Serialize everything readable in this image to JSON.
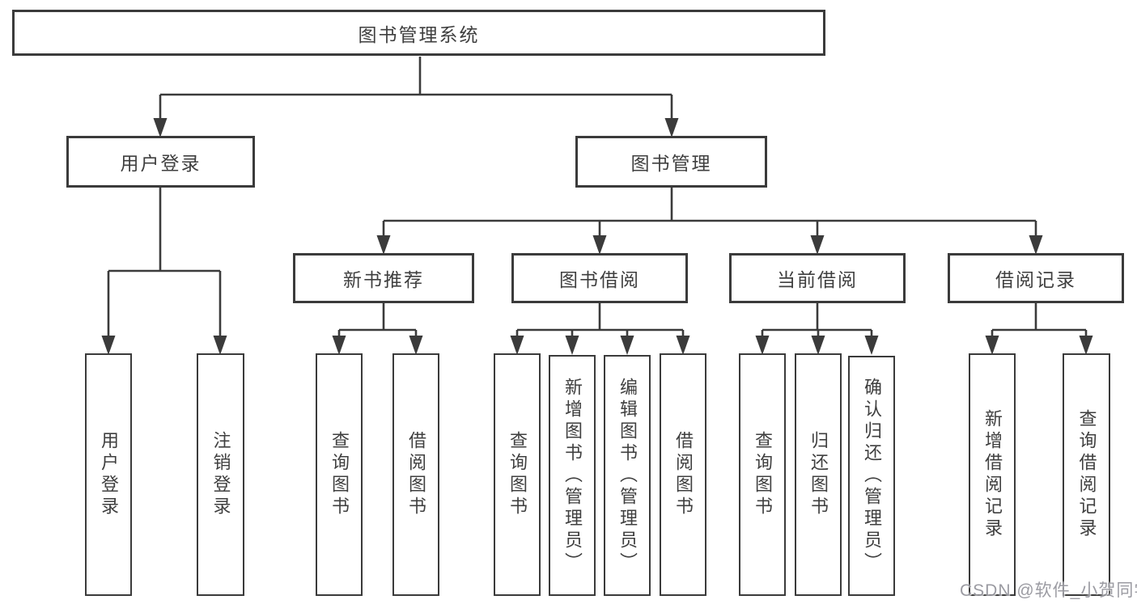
{
  "tree": {
    "root": "图书管理系统",
    "branches": [
      {
        "label": "用户登录",
        "leaves": [
          "用户登录",
          "注销登录"
        ]
      },
      {
        "label": "图书管理",
        "sections": [
          {
            "label": "新书推荐",
            "leaves": [
              "查询图书",
              "借阅图书"
            ]
          },
          {
            "label": "图书借阅",
            "leaves": [
              "查询图书",
              "新增图书（管理员）",
              "编辑图书（管理员）",
              "借阅图书"
            ]
          },
          {
            "label": "当前借阅",
            "leaves": [
              "查询图书",
              "归还图书",
              "确认归还（管理员）"
            ]
          },
          {
            "label": "借阅记录",
            "leaves": [
              "新增借阅记录",
              "查询借阅记录"
            ]
          }
        ]
      }
    ]
  },
  "watermark": "CSDN @软件_小贺同学",
  "colors": {
    "line": "#3b3b3b",
    "box_border": "#3b3b3b",
    "box_background": "#ffffff",
    "text": "#3f3f3f",
    "watermark": "#8a8a92"
  }
}
